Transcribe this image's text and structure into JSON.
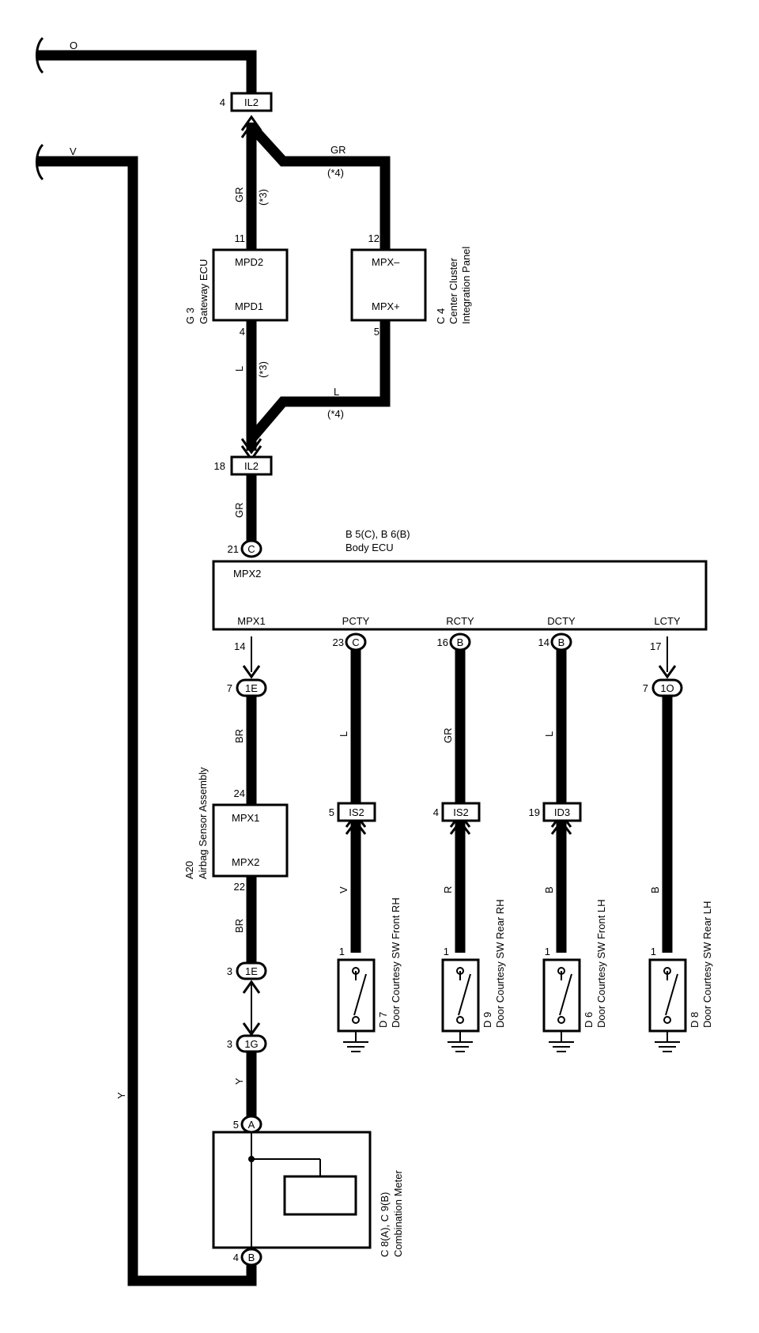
{
  "wires": {
    "top_left": "O",
    "second_left": "V",
    "left_vertical": "Y"
  },
  "connectors": {
    "il2_top": {
      "pin": "4",
      "label": "IL2"
    },
    "il2_bottom": {
      "pin": "18",
      "label": "IL2"
    },
    "body_c21": {
      "pin": "21",
      "label": "C"
    },
    "j1e_top": {
      "pin": "7",
      "label": "1E"
    },
    "j1o": {
      "pin": "7",
      "label": "1O"
    },
    "is2_a": {
      "pin": "5",
      "label": "IS2"
    },
    "is2_b": {
      "pin": "4",
      "label": "IS2"
    },
    "id3": {
      "pin": "19",
      "label": "ID3"
    },
    "j1e_bottom": {
      "pin": "3",
      "label": "1E"
    },
    "j1g": {
      "pin": "3",
      "label": "1G"
    },
    "meter_a": {
      "pin": "5",
      "label": "A"
    },
    "meter_b": {
      "pin": "4",
      "label": "B"
    }
  },
  "wire_labels": {
    "gr_upper": "GR",
    "gr_upper_note": "(*3)",
    "gr_right": "GR",
    "gr_right_note": "(*4)",
    "l_mid": "L",
    "l_mid_note": "(*3)",
    "l_right": "L",
    "l_right_note": "(*4)",
    "gr_lower": "GR",
    "br_upper": "BR",
    "br_lower": "BR",
    "y_meter": "Y",
    "l_pcty": "L",
    "gr_rcty": "GR",
    "l_dcty": "L",
    "v_is2": "V",
    "r_is2": "R",
    "b_id3": "B",
    "b_lcty": "B"
  },
  "gateway_ecu": {
    "code": "G 3",
    "name": "Gateway ECU",
    "pin_top": "11",
    "pin_bottom": "4",
    "term_top": "MPD2",
    "term_bottom": "MPD1"
  },
  "center_panel": {
    "code": "C 4",
    "name_line1": "Center Cluster",
    "name_line2": "Integration Panel",
    "pin_top": "12",
    "pin_bottom": "5",
    "term_top": "MPX–",
    "term_bottom": "MPX+"
  },
  "body_ecu": {
    "code": "B 5(C), B 6(B)",
    "name": "Body ECU",
    "term_mpx2": "MPX2",
    "terms": [
      {
        "term": "MPX1",
        "pin": "14",
        "conn": ""
      },
      {
        "term": "PCTY",
        "pin": "23",
        "conn": "C"
      },
      {
        "term": "RCTY",
        "pin": "16",
        "conn": "B"
      },
      {
        "term": "DCTY",
        "pin": "14",
        "conn": "B"
      },
      {
        "term": "LCTY",
        "pin": "17",
        "conn": ""
      }
    ]
  },
  "airbag": {
    "code": "A20",
    "name": "Airbag Sensor Assembly",
    "pin_top": "24",
    "pin_bottom": "22",
    "term_top": "MPX1",
    "term_bottom": "MPX2"
  },
  "switches": [
    {
      "code": "D 7",
      "name": "Door Courtesy SW Front RH",
      "pin": "1"
    },
    {
      "code": "D 9",
      "name": "Door Courtesy SW Rear RH",
      "pin": "1"
    },
    {
      "code": "D 6",
      "name": "Door Courtesy SW Front LH",
      "pin": "1"
    },
    {
      "code": "D 8",
      "name": "Door Courtesy SW Rear LH",
      "pin": "1"
    }
  ],
  "meter": {
    "code": "C 8(A), C 9(B)",
    "name": "Combination Meter"
  }
}
